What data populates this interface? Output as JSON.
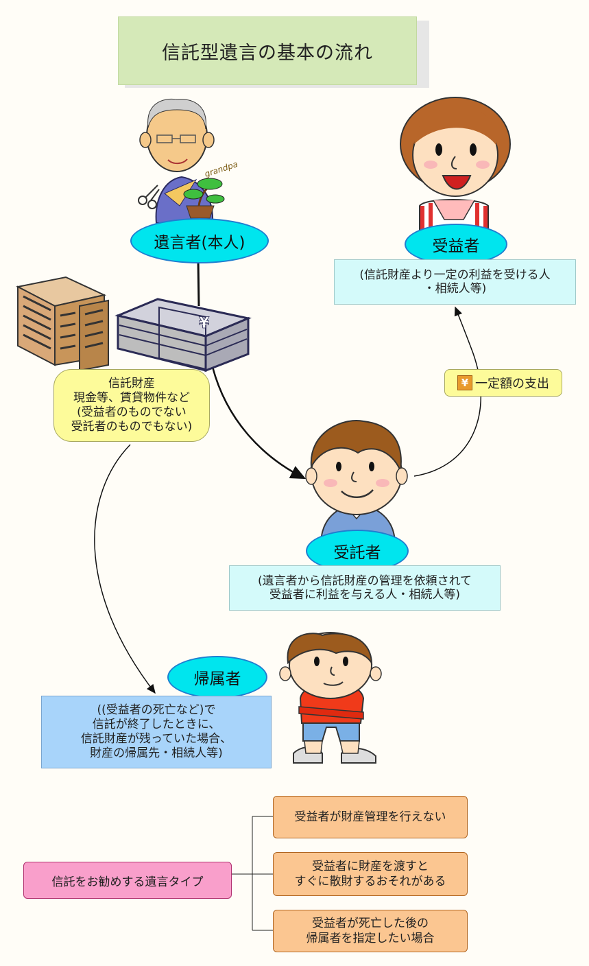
{
  "title": "信託型遺言の基本の流れ",
  "nodes": {
    "testator": {
      "label": "遺言者(本人)"
    },
    "beneficiary": {
      "label": "受益者",
      "desc": [
        "(信託財産より一定の利益を受ける人",
        "・相続人等)"
      ]
    },
    "trustee": {
      "label": "受託者",
      "desc": [
        "(遺言者から信託財産の管理を依頼されて",
        "受益者に利益を与える人・相続人等)"
      ]
    },
    "remainder": {
      "label": "帰属者",
      "desc": [
        "((受益者の死亡など)で",
        "信託が終了したときに、",
        "信託財産が残っていた場合、",
        "財産の帰属先・相続人等)"
      ]
    }
  },
  "trust_assets": {
    "lines": [
      "信託財産",
      "現金等、賃貸物件など",
      "(受益者のものでない",
      "受託者のものでもない)"
    ],
    "yen_symbol": "¥"
  },
  "payment": {
    "icon": "¥",
    "label": "一定額の支出"
  },
  "grandpa_text": "grandpa",
  "recommend": {
    "label": "信託をお勧めする遺言タイプ",
    "items": [
      {
        "lines": [
          "受益者が財産管理を行えない"
        ]
      },
      {
        "lines": [
          "受益者に財産を渡すと",
          "すぐに散財するおそれがある"
        ]
      },
      {
        "lines": [
          "受益者が死亡した後の",
          "帰属者を指定したい場合"
        ]
      }
    ]
  },
  "colors": {
    "title_bg": "#d5e9b8",
    "ellipse_fill": "#00e5ee",
    "ellipse_border": "#1f7fd0",
    "desc_bg": "#d4fafa",
    "asset_bg": "#fdfb9a",
    "remainder_bg": "#a8d4fa",
    "recommend_bg": "#f99fcb",
    "item_bg": "#fbc691"
  }
}
